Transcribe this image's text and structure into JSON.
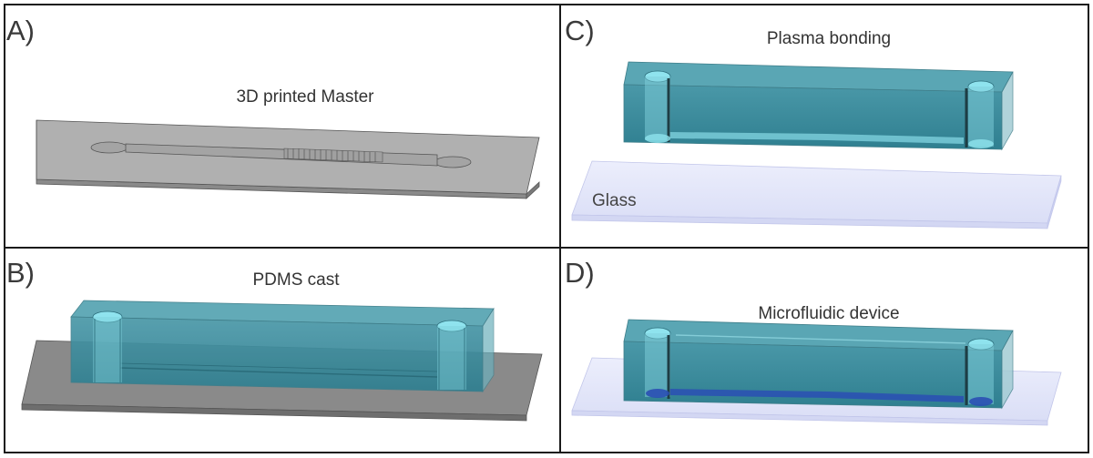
{
  "panels": [
    {
      "letter": "A)",
      "caption": "3D printed Master"
    },
    {
      "letter": "B)",
      "caption": "PDMS cast"
    },
    {
      "letter": "C)",
      "caption": "Plasma bonding",
      "extra_label": "Glass"
    },
    {
      "letter": "D)",
      "caption": "Microfluidic device"
    }
  ],
  "colors": {
    "frame": "#1a1a1a",
    "master_top": "#aeaeae",
    "master_side": "#8e8e8e",
    "pdms_front": "#3f8e9e",
    "pdms_top": "#5aa7b4",
    "glass": "#e6e8fb",
    "well": "#8fe3ee"
  }
}
